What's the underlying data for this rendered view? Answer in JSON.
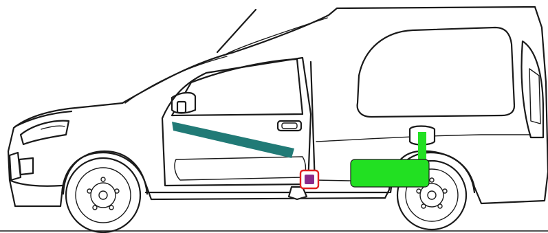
{
  "diagram": {
    "subject": "van-side-profile",
    "highlights": [
      {
        "id": "door-bar",
        "color": "#217a76"
      },
      {
        "id": "fuel-tank",
        "color": "#22e022"
      },
      {
        "id": "fuel-filler-pipe",
        "color": "#22e022"
      },
      {
        "id": "fuel-filler-marker",
        "color": "#8a2a8a",
        "outline": "#e02020"
      }
    ]
  }
}
